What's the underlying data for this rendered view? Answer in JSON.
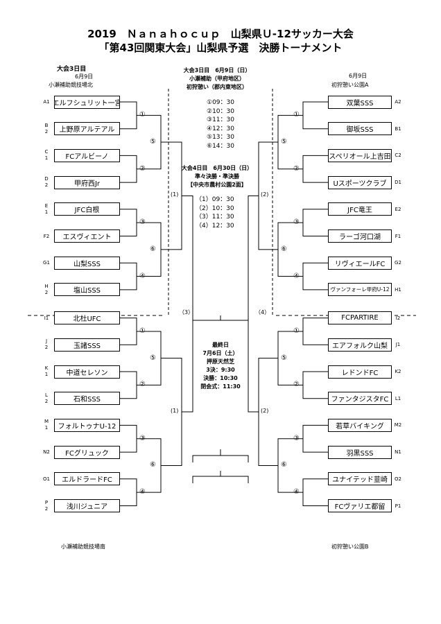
{
  "title": {
    "line1": "2019　Ｎａｎａｈｏｃｕｐ　山梨県Ｕ-12サッカー大会",
    "line2": "「第43回関東大会」山梨県予選　決勝トーナメント"
  },
  "left_top": {
    "day": "大会3日目",
    "date": "6月9日",
    "venue": "小瀬補助競技場北"
  },
  "right_top": {
    "date": "6月9日",
    "venue": "初狩憩い公園A"
  },
  "left_bottom_venue": "小瀬補助競技場南",
  "right_bottom_venue": "初狩憩い公園B",
  "center": {
    "day3": {
      "heading": "大会3日目　6月9日（日）",
      "venue1": "小瀬補助（甲府地区）",
      "venue2": "初狩憩い（郡内東地区）"
    },
    "day3_times": [
      "①09：30",
      "②10：30",
      "③11：30",
      "④12：30",
      "⑤13：30",
      "⑥14：30"
    ],
    "day4": {
      "heading": "大会4日目　6月30日（日）",
      "round": "準々決勝・準決勝",
      "venue": "【中央市農村公園2面】"
    },
    "day4_times": [
      "（1）09：30",
      "（2）10：30",
      "（3）11：30",
      "（4）12：30"
    ],
    "final": {
      "heading": "最終日",
      "date": "7月6日（土）",
      "venue": "押原天然芝",
      "third": "3決：9:30",
      "final": "決勝：10:30",
      "closing": "閉会式：11:30"
    }
  },
  "left_teams": [
    {
      "code": "A1",
      "name": "エルフシュリット一宮"
    },
    {
      "code": "B2",
      "name": "上野原アルテアル"
    },
    {
      "code": "C1",
      "name": "FCアルビーノ"
    },
    {
      "code": "D2",
      "name": "甲府西Jr"
    },
    {
      "code": "E1",
      "name": "JFC白根"
    },
    {
      "code": "F2",
      "name": "エスヴィエント"
    },
    {
      "code": "G1",
      "name": "山梨SSS"
    },
    {
      "code": "H2",
      "name": "塩山SSS"
    },
    {
      "code": "I1",
      "name": "北杜UFC"
    },
    {
      "code": "J2",
      "name": "玉諸SSS"
    },
    {
      "code": "K1",
      "name": "中道セレソン"
    },
    {
      "code": "L2",
      "name": "石和SSS"
    },
    {
      "code": "M1",
      "name": "フォルトゥナU-12"
    },
    {
      "code": "N2",
      "name": "FCグリュック"
    },
    {
      "code": "O1",
      "name": "エルドラードFC"
    },
    {
      "code": "P2",
      "name": "浅川ジュニア"
    }
  ],
  "right_teams": [
    {
      "code": "A2",
      "name": "双葉SSS"
    },
    {
      "code": "B1",
      "name": "御坂SSS"
    },
    {
      "code": "C2",
      "name": "スペリオール上吉田"
    },
    {
      "code": "D1",
      "name": "Uスポーツクラブ"
    },
    {
      "code": "E2",
      "name": "JFC竜王"
    },
    {
      "code": "F1",
      "name": "ラーゴ河口湖"
    },
    {
      "code": "G2",
      "name": "リヴィエールFC"
    },
    {
      "code": "H1",
      "name": "ヴァンフォーレ甲府U-12"
    },
    {
      "code": "I2",
      "name": "FCPARTIRE"
    },
    {
      "code": "J1",
      "name": "エアフォルク山梨"
    },
    {
      "code": "K2",
      "name": "レドンドFC"
    },
    {
      "code": "L1",
      "name": "ファンタジスタFC"
    },
    {
      "code": "M2",
      "name": "若草バイキング"
    },
    {
      "code": "N1",
      "name": "羽黒SSS"
    },
    {
      "code": "O2",
      "name": "ユナイテッド韮崎"
    },
    {
      "code": "P1",
      "name": "FCヴァリエ都留"
    }
  ],
  "labels": {
    "r1": [
      "①",
      "②",
      "③",
      "④",
      "①",
      "②",
      "③",
      "④"
    ],
    "r2": [
      "⑤",
      "⑥",
      "⑤",
      "⑥"
    ],
    "r3_left": "(1)",
    "r3_right": "(2)",
    "r4_left": "（3）",
    "r4_right": "（4）"
  }
}
